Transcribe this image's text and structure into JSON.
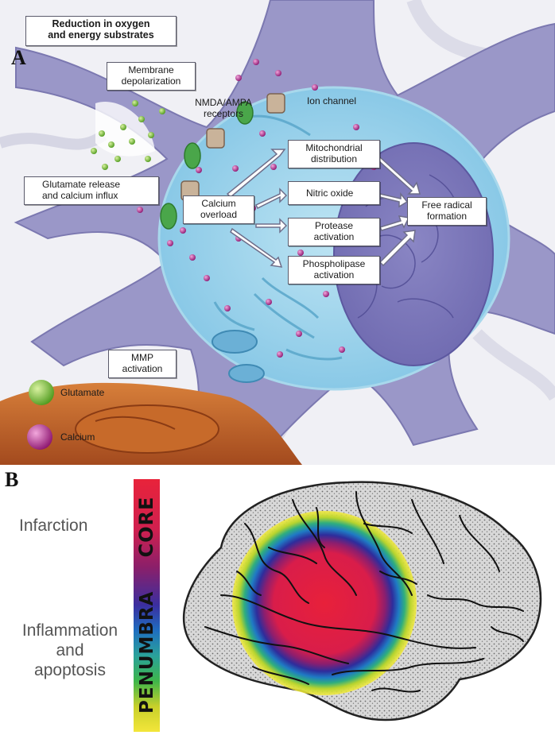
{
  "panel_a": {
    "letter": "A",
    "title_lines": [
      "Reduction in oxygen",
      "and energy substrates"
    ],
    "membrane_lines": [
      "Membrane",
      "depolarization"
    ],
    "receptor_lines": [
      "NMDA/AMPA",
      "receptors"
    ],
    "ion_channel": "Ion channel",
    "glutamate_release_lines": [
      "Glutamate release",
      "and calcium influx"
    ],
    "calcium_overload_lines": [
      "Calcium",
      "overload"
    ],
    "mito_lines": [
      "Mitochondrial",
      "distribution"
    ],
    "nitric_oxide": "Nitric oxide",
    "protease_lines": [
      "Protease",
      "activation"
    ],
    "phospholipase_lines": [
      "Phospholipase",
      "activation"
    ],
    "free_radical_lines": [
      "Free radical",
      "formation"
    ],
    "mmp_lines": [
      "MMP",
      "activation"
    ],
    "legend": {
      "glutamate": "Glutamate",
      "calcium": "Calcium",
      "glutamate_color": "#5aa82a",
      "calcium_color": "#a0207a"
    }
  },
  "panel_b": {
    "letter": "B",
    "infarction": "Infarction",
    "inflammation_lines": [
      "Inflammation",
      "and",
      "apoptosis"
    ],
    "core_word": "CORE",
    "penumbra_word": "PENUMBRA"
  }
}
